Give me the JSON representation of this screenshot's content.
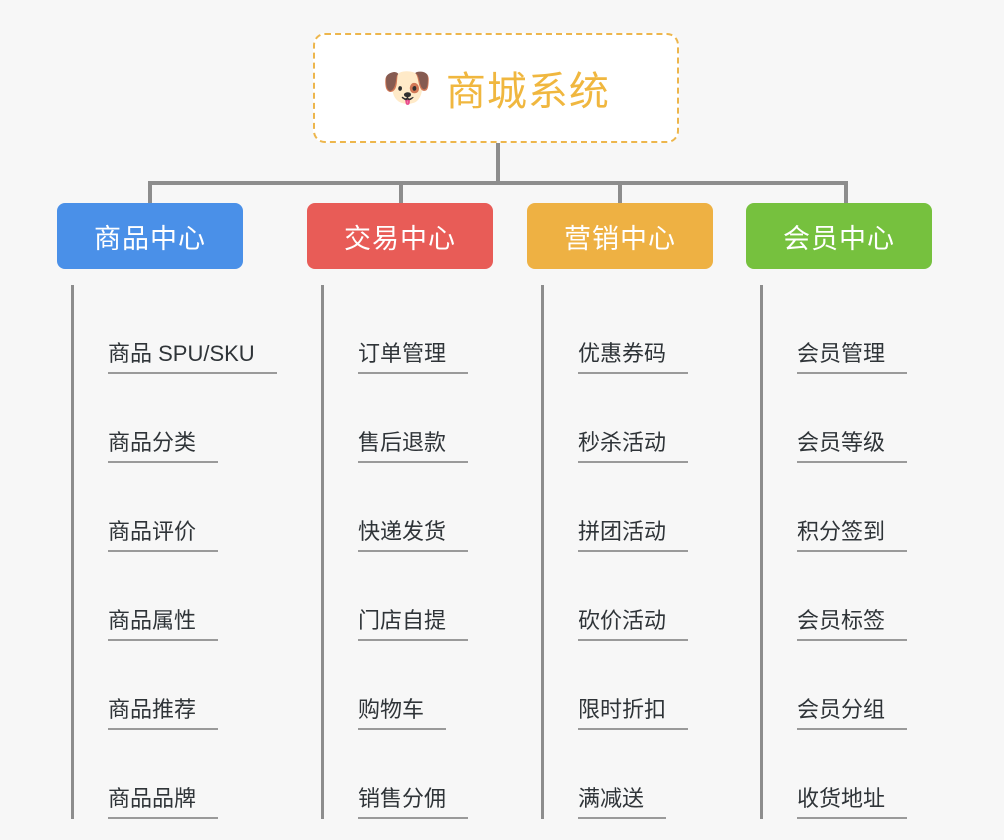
{
  "diagram": {
    "title": "商城系统",
    "type": "mind-map",
    "background_color": "#f7f7f7",
    "connector_color": "#8d8d8d"
  },
  "root": {
    "icon": "shiba-dog-face-icon",
    "icon_glyph": "🐶",
    "label": "商城系统",
    "text_color": "#f0b73f",
    "border_color": "#edb64c",
    "background_color": "#ffffff"
  },
  "categories": [
    {
      "label": "商品中心",
      "color": "#4a90e8",
      "items": [
        "商品 SPU/SKU",
        "商品分类",
        "商品评价",
        "商品属性",
        "商品推荐",
        "商品品牌"
      ]
    },
    {
      "label": "交易中心",
      "color": "#e85c57",
      "items": [
        "订单管理",
        "售后退款",
        "快递发货",
        "门店自提",
        "购物车",
        "销售分佣"
      ]
    },
    {
      "label": "营销中心",
      "color": "#eeb143",
      "items": [
        "优惠券码",
        "秒杀活动",
        "拼团活动",
        "砍价活动",
        "限时折扣",
        "满减送"
      ]
    },
    {
      "label": "会员中心",
      "color": "#76c13e",
      "items": [
        "会员管理",
        "会员等级",
        "积分签到",
        "会员标签",
        "会员分组",
        "收货地址"
      ]
    }
  ]
}
